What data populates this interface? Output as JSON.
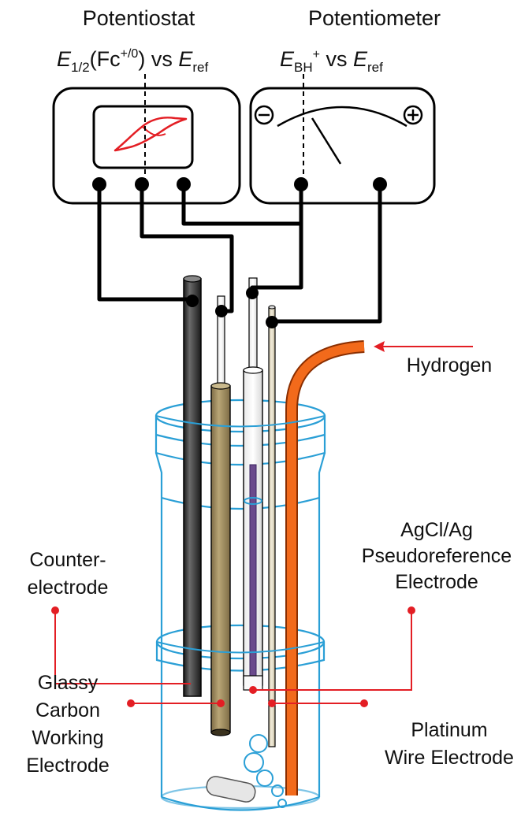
{
  "instruments": {
    "potentiostat": {
      "title": "Potentiostat",
      "formula_E": "E",
      "formula_sub": "1/2",
      "formula_fc": "(Fc",
      "formula_sup": "+/0",
      "formula_close": ")",
      "formula_vs": " vs ",
      "formula_E2": "E",
      "formula_sub2": "ref"
    },
    "potentiometer": {
      "title": "Potentiometer",
      "formula_E": "E",
      "formula_sub": "BH",
      "formula_sup": "+",
      "formula_vs": " vs ",
      "formula_E2": "E",
      "formula_sub2": "ref",
      "minus_symbol": "−",
      "plus_symbol": "+"
    }
  },
  "labels": {
    "hydrogen": "Hydrogen",
    "counter_line1": "Counter-",
    "counter_line2": "electrode",
    "ref_line1": "AgCl/Ag",
    "ref_line2": "Pseudoreference",
    "ref_line3": "Electrode",
    "gc_line1": "Glassy",
    "gc_line2": "Carbon",
    "gc_line3": "Working",
    "gc_line4": "Electrode",
    "pt_line1": "Platinum",
    "pt_line2": "Wire Electrode"
  },
  "colors": {
    "wire": "#000000",
    "cell_outline": "#2a9fd6",
    "hydrogen_tube": "#f26a1b",
    "pointer_red": "#e31e24",
    "cv_trace": "#e31e24",
    "glassy_carbon": "#a89363",
    "counter_electrode": "#3a3a3a",
    "reference_fill": "#6a4a8c"
  }
}
